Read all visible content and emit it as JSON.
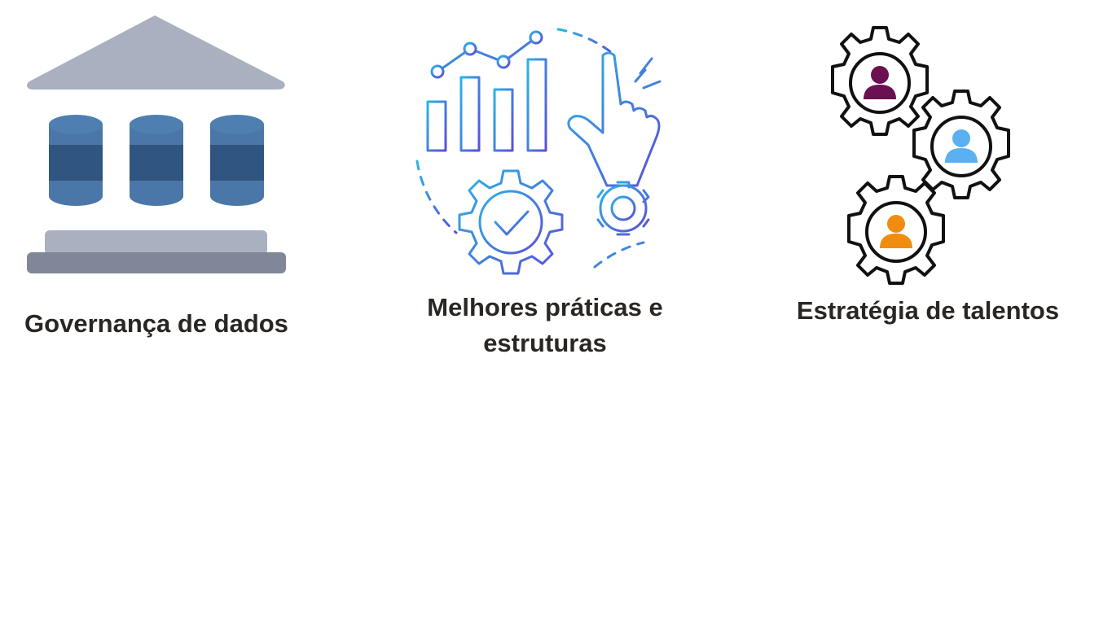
{
  "cards": [
    {
      "id": "governance",
      "label": "Governança de dados",
      "icon": "bank-database-icon"
    },
    {
      "id": "practices",
      "label_line1": "Melhores práticas e",
      "label_line2": "estruturas",
      "icon": "chart-hand-gear-icon"
    },
    {
      "id": "talent",
      "label": "Estratégia de talentos",
      "icon": "gears-people-icon"
    }
  ],
  "colors": {
    "background": "#ffffff",
    "text": "#2a2623",
    "roof": "#a9b0c0",
    "base_top": "#a9b0c0",
    "base_bottom": "#7f8799",
    "cylinder_light": "#4a77a8",
    "cylinder_dark": "#2f5580",
    "outline_gradient_start": "#2ab4e6",
    "outline_gradient_end": "#5a4fd6",
    "person_purple": "#6b1050",
    "person_blue": "#5ab0f0",
    "person_orange": "#f08c10"
  }
}
